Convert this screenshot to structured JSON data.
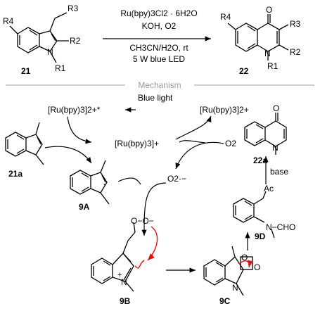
{
  "reaction": {
    "reactant_label": "21",
    "product_label": "22",
    "reagent_line1": "Ru(bpy)3Cl2 · 6H2O",
    "reagent_line2": "KOH, O2",
    "reagent_line3": "CH3CN/H2O, rt",
    "reagent_line4": "5 W blue LED"
  },
  "substituents": {
    "r1": "R1",
    "r2": "R2",
    "r3": "R3",
    "r4": "R4",
    "n": "N",
    "o": "O"
  },
  "mechanism": {
    "title": "Mechanism",
    "light": "Blue light",
    "ru_excited": "[Ru(bpy)3]2+*",
    "ru_ground": "[Ru(bpy)3]2+",
    "ru_reduced": "[Ru(bpy)3]+",
    "o2": "O2",
    "superoxide": "O2·−",
    "base": "base",
    "ac": "Ac",
    "cho": "N−CHO",
    "peroxy": "O−O−",
    "plus": "+",
    "radical_dot": "·"
  },
  "compounds": {
    "c21a": "21a",
    "c9A": "9A",
    "c9B": "9B",
    "c9C": "9C",
    "c9D": "9D",
    "c22a": "22a"
  },
  "colors": {
    "curly_arrow": "#e01010",
    "separator": "#b0b0b0"
  }
}
